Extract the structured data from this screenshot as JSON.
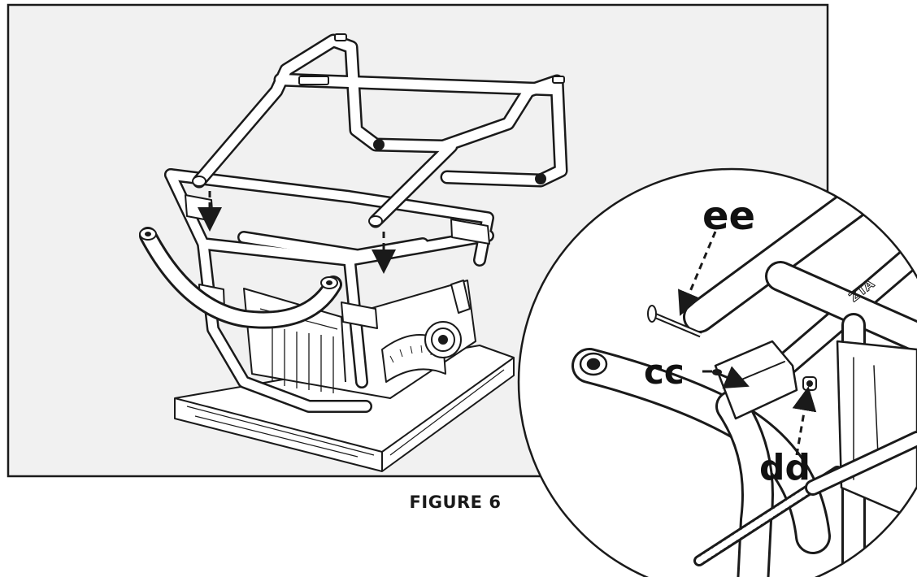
{
  "figure": {
    "caption": "FIGURE 6",
    "callouts": {
      "ee": "ee",
      "cc": "cc",
      "dd": "dd"
    },
    "colors": {
      "panel_background": "#f1f1f1",
      "panel_border": "#1a1a1a",
      "line_art": "#1a1a1a",
      "tube_fill": "#ffffff"
    }
  }
}
